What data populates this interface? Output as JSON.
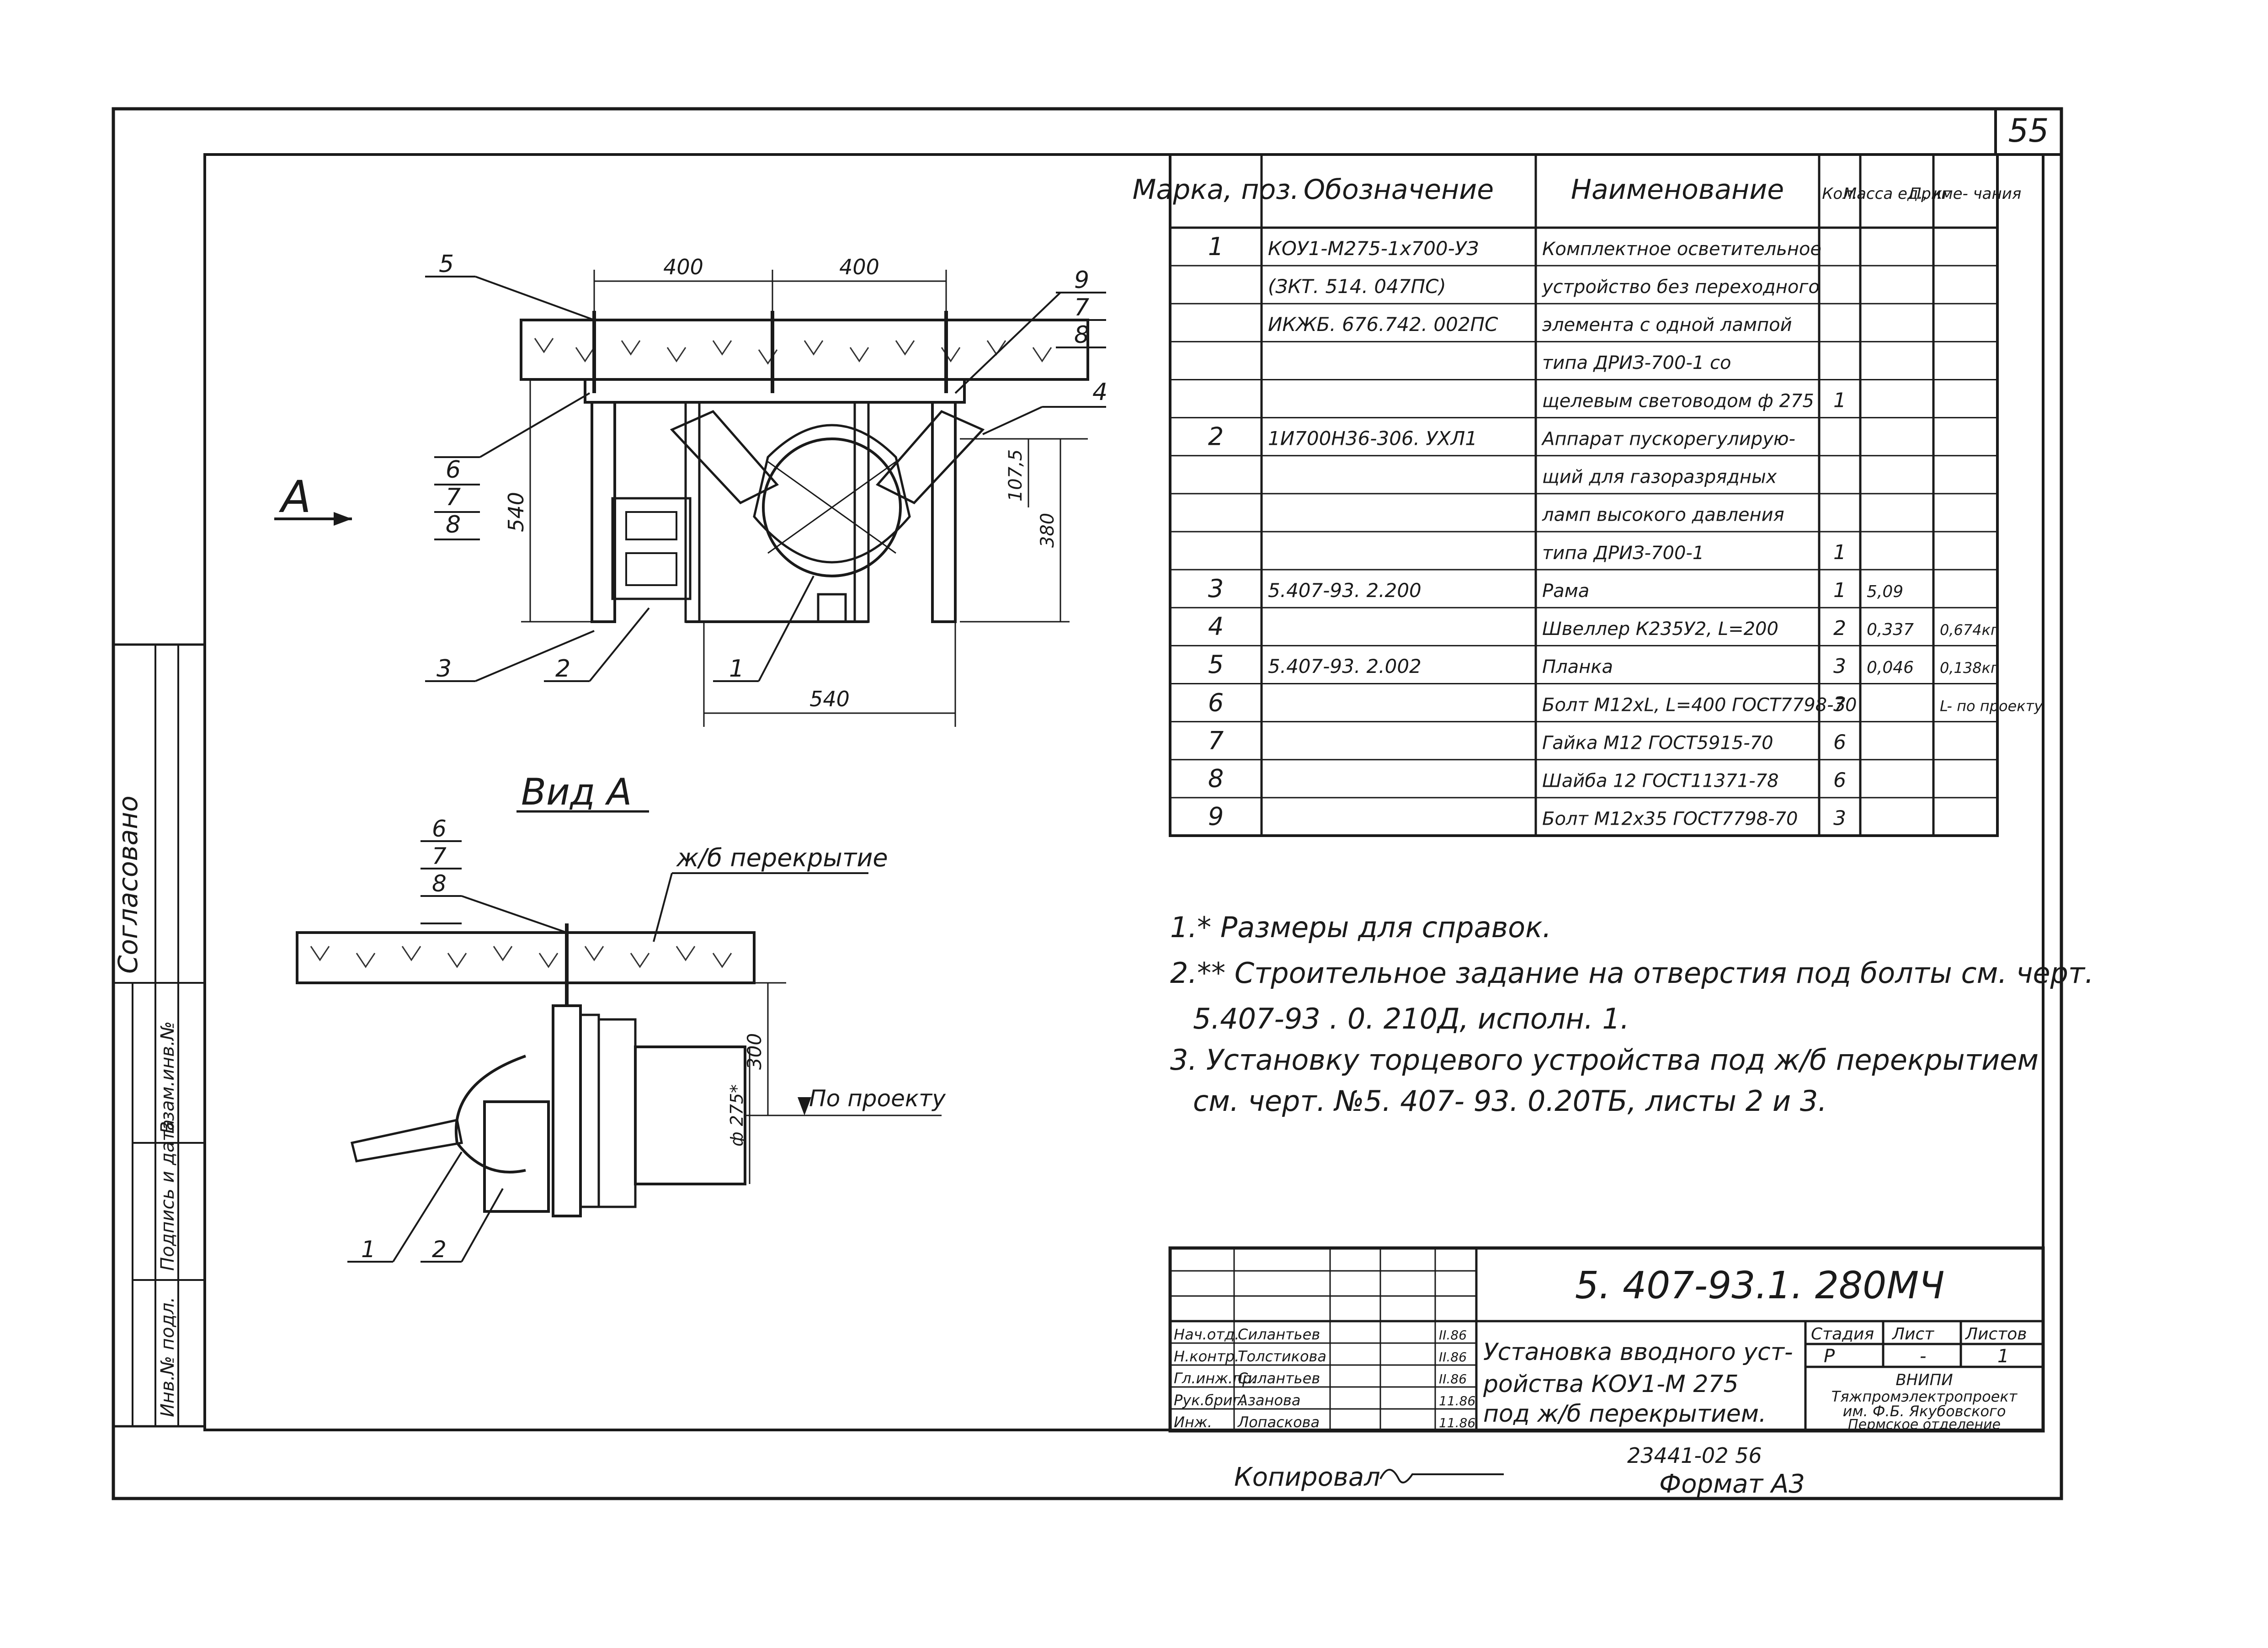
{
  "sheet": {
    "page_number": "55",
    "drawing_code": "5. 407-93.1. 280МЧ",
    "title_lines": [
      "Установка вводного уст-",
      "ройства  КОУ1-М 275",
      "под ж/б перекрытием."
    ],
    "stage_label": "Стадия",
    "stage_value": "Р",
    "sheet_label": "Лист",
    "sheet_value": "-",
    "sheets_label": "Листов",
    "sheets_value": "1",
    "org_lines": [
      "ВНИПИ",
      "Тяжпромэлектропроект",
      "им. Ф.Б. Якубовского",
      "Пермское отделение"
    ],
    "signers": [
      {
        "role": "Нач.отд.",
        "name": "Силантьев",
        "date": "II.86"
      },
      {
        "role": "Н.контр.",
        "name": "Толстикова",
        "date": "II.86"
      },
      {
        "role": "Гл.инж.пр.",
        "name": "Силантьев",
        "date": "II.86"
      },
      {
        "role": "Рук.бриг.",
        "name": "Азанова",
        "date": "11.86"
      },
      {
        "role": "Инж.",
        "name": "Лопаскова",
        "date": "11.86"
      }
    ],
    "copied_by": "Копировал",
    "archive_number": "23441-02  56",
    "format": "Формат  А3",
    "stamp_soglasovano": "Согласовано",
    "side_stamp_cols": [
      "Инв.№ подл.",
      "Подпись и дата",
      "Взам.инв.№"
    ]
  },
  "drawing": {
    "section_marker": "А",
    "view_label": "Вид  А",
    "ceiling_label": "ж/б перекрытие",
    "by_project_label": "По проекту",
    "dims_top": [
      "400",
      "400",
      "540",
      "107,5",
      "380",
      "540"
    ],
    "dims_view": [
      "300",
      "ф 275*"
    ],
    "callouts_top": [
      "5",
      "6",
      "7",
      "8",
      "9",
      "7",
      "8",
      "4",
      "3",
      "2",
      "1"
    ],
    "callouts_view": [
      "6",
      "7",
      "8",
      "1",
      "2"
    ]
  },
  "spec": {
    "headers": [
      "Марка, поз.",
      "Обозначение",
      "Наименование",
      "Кол.",
      "Масса ед., кг",
      "Приме- чания"
    ],
    "rows": [
      [
        "1",
        "КОУ1-М275-1х700-УЗ",
        "Комплектное осветительное",
        "",
        "",
        ""
      ],
      [
        "",
        "(ЗКТ. 514. 047ПС)",
        "устройство без переходного",
        "",
        "",
        ""
      ],
      [
        "",
        "ИКЖБ. 676.742. 002ПС",
        "элемента с одной лампой",
        "",
        "",
        ""
      ],
      [
        "",
        "",
        "типа ДРИЗ-700-1 со",
        "",
        "",
        ""
      ],
      [
        "",
        "",
        "щелевым световодом ф 275",
        "1",
        "",
        ""
      ],
      [
        "2",
        "1И700Н36-306. УХЛ1",
        "Аппарат пускорегулирую-",
        "",
        "",
        ""
      ],
      [
        "",
        "",
        "щий для газоразрядных",
        "",
        "",
        ""
      ],
      [
        "",
        "",
        "ламп высокого давления",
        "",
        "",
        ""
      ],
      [
        "",
        "",
        "типа ДРИЗ-700-1",
        "1",
        "",
        ""
      ],
      [
        "3",
        "5.407-93. 2.200",
        "Рама",
        "1",
        "5,09",
        ""
      ],
      [
        "4",
        "",
        "Швеллер К235У2, L=200",
        "2",
        "0,337",
        "0,674кг"
      ],
      [
        "5",
        "5.407-93. 2.002",
        "Планка",
        "3",
        "0,046",
        "0,138кг"
      ],
      [
        "6",
        "",
        "Болт М12хL, L=400 ГОСТ7798-70",
        "3",
        "",
        "L- по проекту"
      ],
      [
        "7",
        "",
        "Гайка М12 ГОСТ5915-70",
        "6",
        "",
        ""
      ],
      [
        "8",
        "",
        "Шайба 12 ГОСТ11371-78",
        "6",
        "",
        ""
      ],
      [
        "9",
        "",
        "Болт М12х35 ГОСТ7798-70",
        "3",
        "",
        ""
      ]
    ]
  },
  "notes": [
    "1.* Размеры для справок.",
    "2.** Строительное задание на отверстия под болты см. черт.",
    "5.407-93 . 0. 210Д, исполн. 1.",
    "3. Установку торцевого устройства под ж/б перекрытием",
    "см. черт. №5. 407- 93. 0.20ТБ, листы 2 и 3."
  ]
}
